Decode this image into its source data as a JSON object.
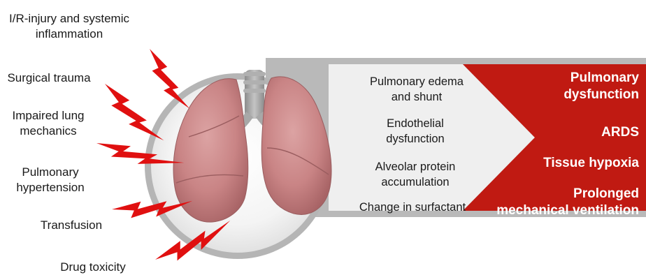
{
  "causes": [
    "I/R-injury and systemic inflammation",
    "Surgical trauma",
    "Impaired lung mechanics",
    "Pulmonary hypertension",
    "Transfusion",
    "Drug toxicity"
  ],
  "cause_lines": {
    "ir_1": "I/R-injury and systemic",
    "ir_2": "inflammation",
    "surgical": "Surgical trauma",
    "impaired_1": "Impaired lung",
    "impaired_2": "mechanics",
    "hyper_1": "Pulmonary",
    "hyper_2": "hypertension",
    "transfusion": "Transfusion",
    "drug": "Drug toxicity"
  },
  "mechanisms": {
    "edema_1": "Pulmonary edema",
    "edema_2": "and shunt",
    "endo_1": "Endothelial",
    "endo_2": "dysfunction",
    "alveolar_1": "Alveolar protein",
    "alveolar_2": "accumulation",
    "surfactant": "Change in surfactant"
  },
  "outcomes": {
    "pd_1": "Pulmonary",
    "pd_2": "dysfunction",
    "ards": "ARDS",
    "hypoxia": "Tissue hypoxia",
    "pmv_1": "Prolonged",
    "pmv_2": "mechanical ventilation"
  },
  "colors": {
    "bolt": "#e01010",
    "outcome_band": "#c01a12",
    "grey_band": "#b9b9b9",
    "mechanism_panel": "#eeeeee",
    "lung": "#c98485",
    "trachea": "#9e9e9e"
  },
  "icons": [
    "lightning-bolt-icon",
    "lungs-icon"
  ]
}
